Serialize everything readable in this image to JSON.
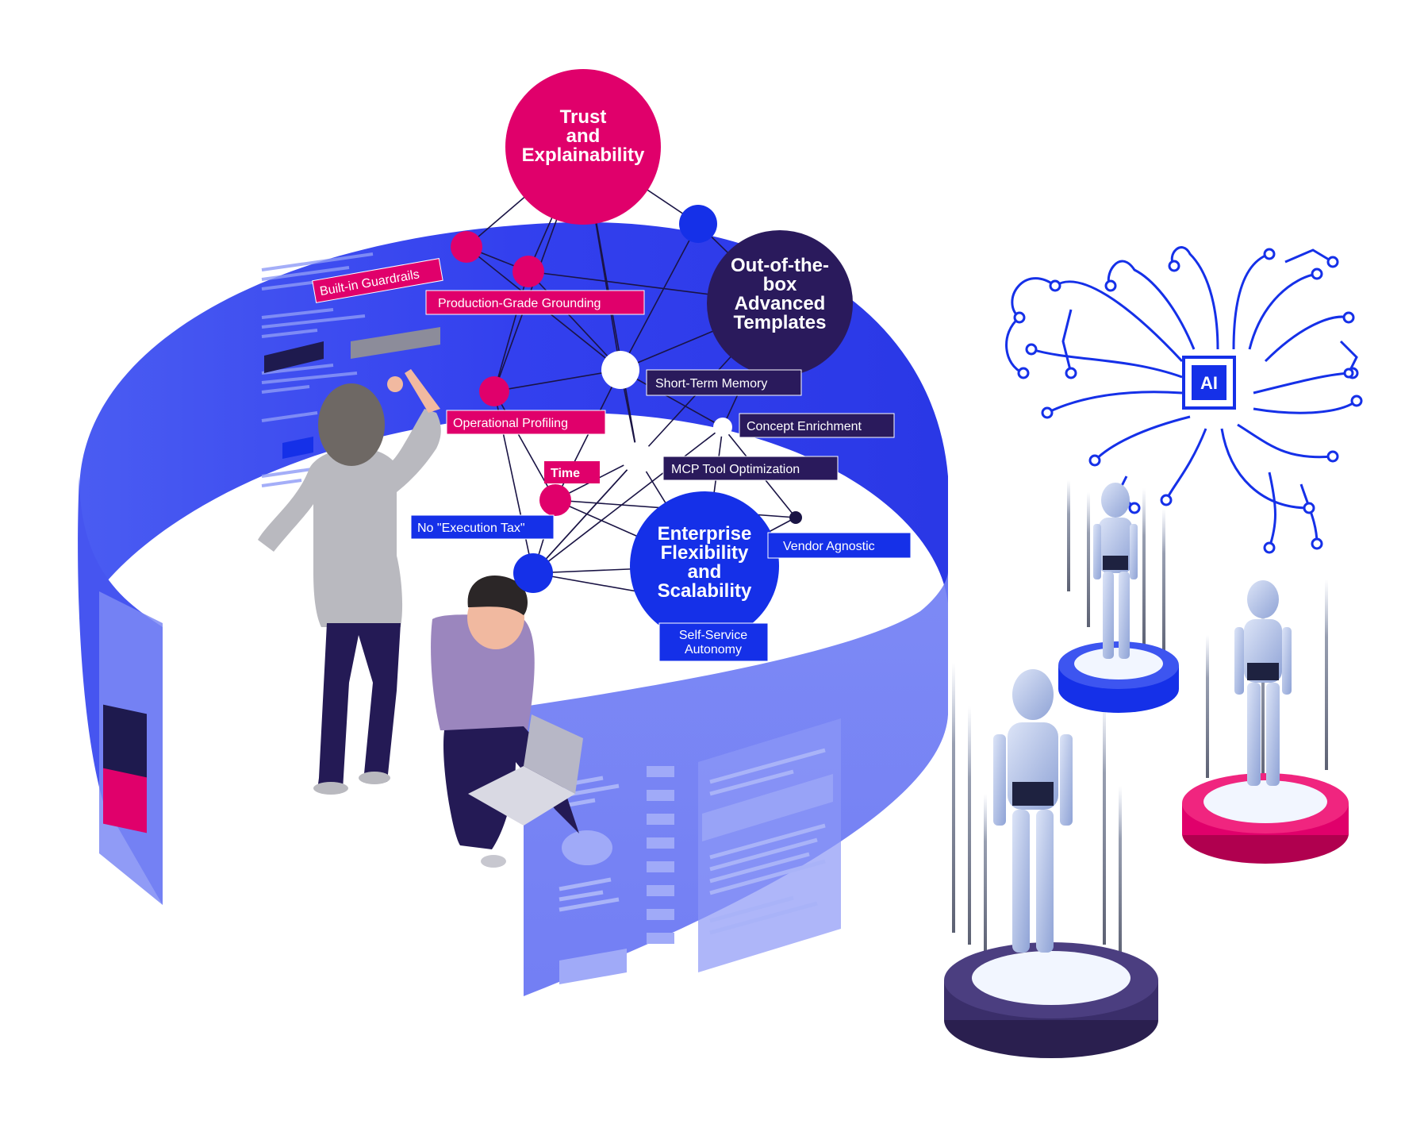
{
  "colors": {
    "magenta": "#E0006B",
    "blue": "#1530E8",
    "navy": "#2A1A5C",
    "panel": "#3A4BF0",
    "panel_light": "#7E8BF5"
  },
  "hubs": {
    "trust": [
      "Trust",
      "and",
      "Explainability"
    ],
    "templates": [
      "Out-of-the-",
      "box",
      "Advanced",
      "Templates"
    ],
    "enterprise": [
      "Enterprise",
      "Flexibility",
      "and",
      "Scalability"
    ]
  },
  "labels": {
    "built_in_guardrails": "Built-in Guardrails",
    "production_grade_grounding": "Production-Grade Grounding",
    "short_term_memory": "Short-Term Memory",
    "operational_profiling": "Operational Profiling",
    "concept_enrichment": "Concept Enrichment",
    "time": "Time",
    "mcp_tool_optimization": "MCP Tool Optimization",
    "no_execution_tax": "No \"Execution Tax\"",
    "vendor_agnostic": "Vendor Agnostic",
    "self_service_autonomy": [
      "Self-Service",
      "Autonomy"
    ]
  },
  "brain_chip": "AI"
}
